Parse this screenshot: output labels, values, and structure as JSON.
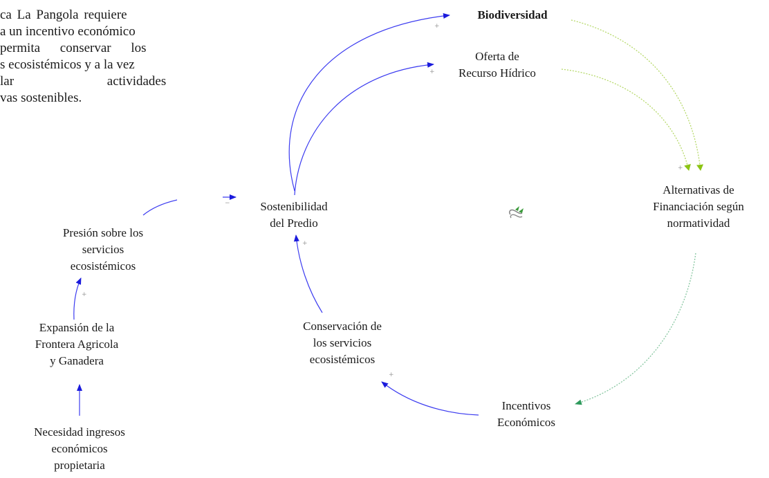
{
  "paragraph": {
    "lines": [
      "ca La Pangola requiere",
      "a un incentivo económico",
      " permita conservar los",
      "s ecosistémicos y a la vez",
      "lar actividades",
      "vas sostenibles."
    ]
  },
  "nodes": {
    "biodiversidad": {
      "lines": [
        "Biodiversidad"
      ]
    },
    "oferta": {
      "lines": [
        "Oferta de",
        "Recurso Hídrico"
      ]
    },
    "alternativas": {
      "lines": [
        "Alternativas de",
        "Financiación según",
        "normatividad"
      ]
    },
    "sostenibilidad": {
      "lines": [
        "Sostenibilidad",
        "del Predio"
      ]
    },
    "presion": {
      "lines": [
        "Presión sobre los",
        "servicios",
        "ecosistémicos"
      ]
    },
    "expansion": {
      "lines": [
        "Expansión de la",
        "Frontera Agricola",
        "y Ganadera"
      ]
    },
    "necesidad": {
      "lines": [
        "Necesidad ingresos",
        "económicos",
        "propietaria"
      ]
    },
    "conservacion": {
      "lines": [
        "Conservación de",
        "los servicios",
        "ecosistémicos"
      ]
    },
    "incentivos": {
      "lines": [
        "Incentivos",
        "Económicos"
      ]
    }
  },
  "polarity": {
    "plus": "+",
    "minus": "−"
  },
  "colors": {
    "causal_link": "#2222ee",
    "delayed_link": "#9cd23c",
    "delayed_link_green": "#3aa36a",
    "polarity": "#9a9a9a"
  },
  "icons": {
    "loop": "loop-icon"
  }
}
